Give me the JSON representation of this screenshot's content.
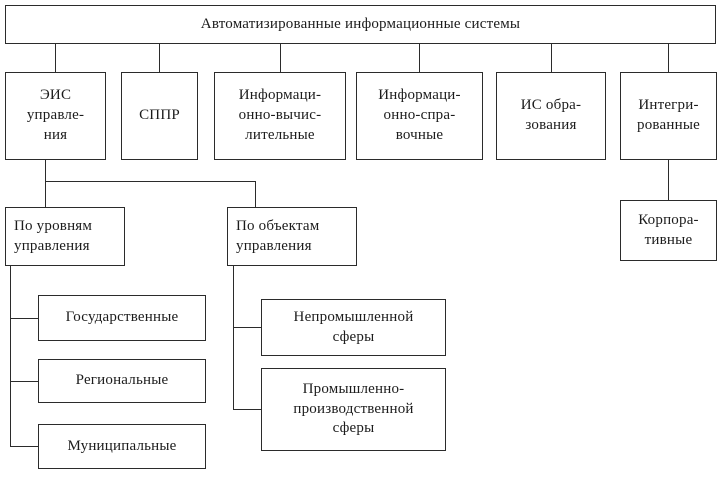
{
  "nodes": {
    "root": "Автоматизированные информационные системы",
    "eis": "ЭИС\nуправле-\nния",
    "sppr": "СППР",
    "info_computing": "Информаци-\nонно-вычис-\nлительные",
    "info_reference": "Информаци-\nонно-спра-\nвочные",
    "is_education": "ИС обра-\nзования",
    "integrated": "Интегри-\nрованные",
    "corporate": "Корпора-\nтивные",
    "by_levels": "По уровням\nуправления",
    "by_objects": "По объектам\nуправления",
    "state": "Государственные",
    "regional": "Региональные",
    "municipal": "Муниципальные",
    "non_industrial": "Непромышленной\nсферы",
    "industrial_production": "Промышленно-\nпроизводственной\nсферы"
  }
}
